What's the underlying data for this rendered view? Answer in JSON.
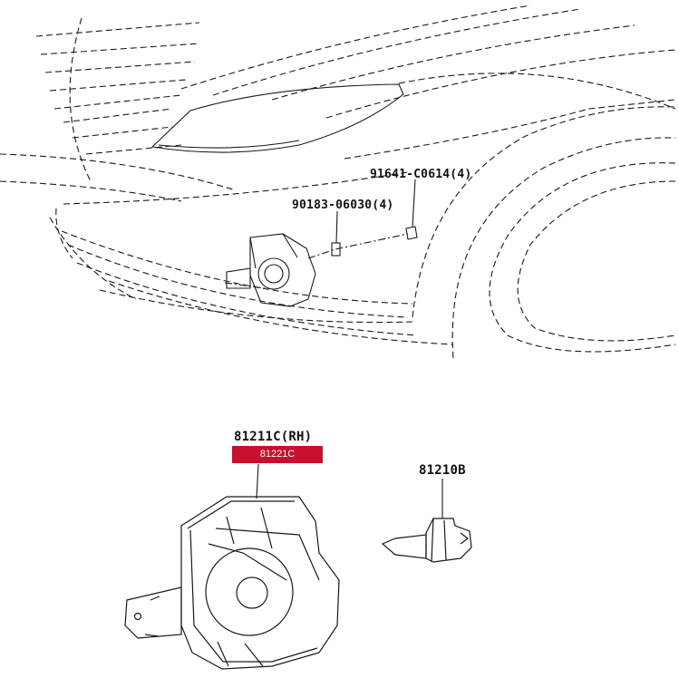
{
  "callouts": {
    "clip": "91641-C0614(4)",
    "nut": "90183-06030(4)",
    "fog_lamp_rh": "81211C(RH)",
    "fog_lamp_lh_highlight": "81221C",
    "bulb": "81210B"
  },
  "colors": {
    "line": "#1a1a1a",
    "highlight_bg": "#c8102e",
    "highlight_text": "#ffffff"
  }
}
